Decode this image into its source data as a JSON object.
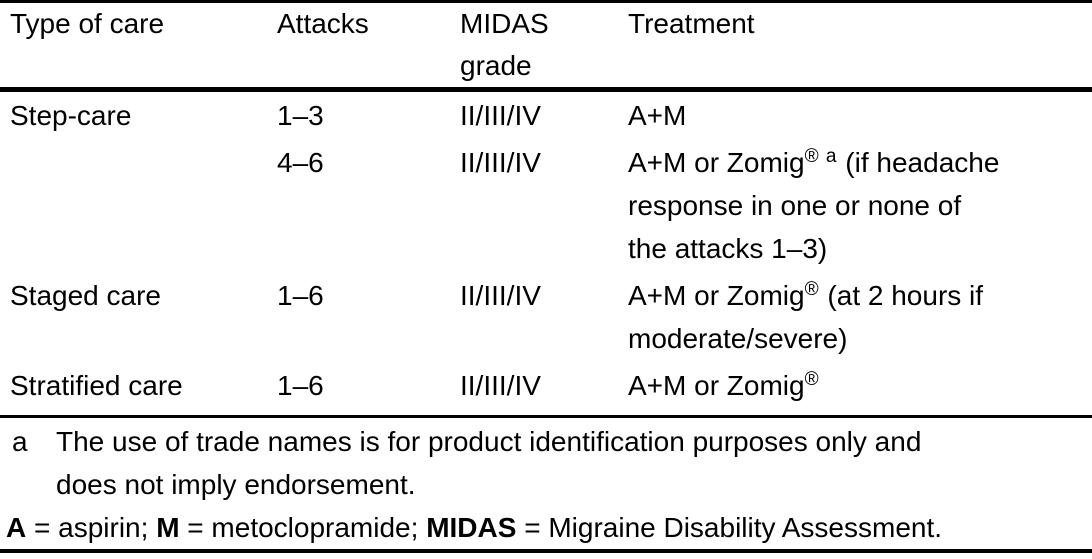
{
  "colors": {
    "text": "#000000",
    "rule": "#000000",
    "background": "#ffffff"
  },
  "table": {
    "columns": [
      "Type of care",
      "Attacks",
      "MIDAS grade",
      "Treatment"
    ],
    "rows": [
      {
        "care": "Step-care",
        "attacks": "1–3",
        "midas": "II/III/IV",
        "treatment": [
          {
            "text": "A+M"
          }
        ]
      },
      {
        "care": "",
        "attacks": "4–6",
        "midas": "II/III/IV",
        "treatment": [
          {
            "text": "A+M or Zomig"
          },
          {
            "text": "® a",
            "sup": true
          },
          {
            "text": " (if headache"
          },
          {
            "br": true
          },
          {
            "text": "response in one or none of"
          },
          {
            "br": true
          },
          {
            "text": "the attacks 1–3)"
          }
        ]
      },
      {
        "care": "Staged care",
        "attacks": "1–6",
        "midas": "II/III/IV",
        "treatment": [
          {
            "text": "A+M or Zomig"
          },
          {
            "text": "®",
            "sup": true
          },
          {
            "text": " (at 2 hours if"
          },
          {
            "br": true
          },
          {
            "text": "moderate/severe)"
          }
        ]
      },
      {
        "care": "Stratified care",
        "attacks": "1–6",
        "midas": "II/III/IV",
        "treatment": [
          {
            "text": "A+M or Zomig"
          },
          {
            "text": "®",
            "sup": true
          }
        ]
      }
    ]
  },
  "footnotes": [
    {
      "marker": "a",
      "text": "The use of trade names is for product identification purposes only and\ndoes not imply endorsement."
    }
  ],
  "abbreviations": [
    {
      "text": "A",
      "bold": true
    },
    {
      "text": " = aspirin; "
    },
    {
      "text": "M",
      "bold": true
    },
    {
      "text": " = metoclopramide; "
    },
    {
      "text": "MIDAS",
      "bold": true
    },
    {
      "text": " = Migraine Disability Assessment."
    }
  ]
}
